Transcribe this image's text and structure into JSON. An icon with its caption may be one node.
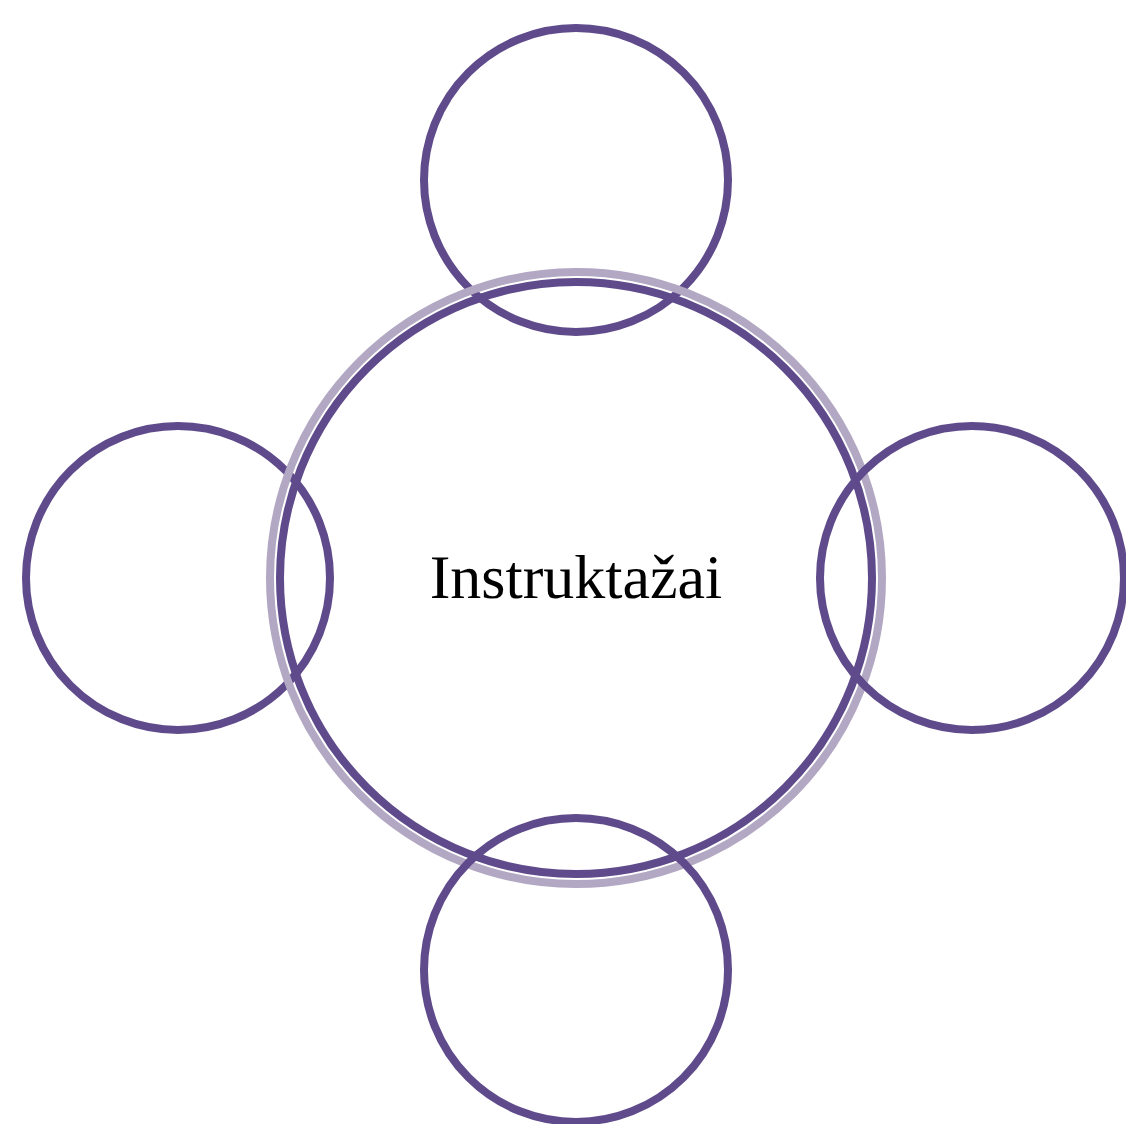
{
  "diagram": {
    "nodes": [
      {
        "text": [],
        "shape": "circle"
      },
      {
        "text": [],
        "shape": "circle"
      },
      {
        "text": [
          "Instruktažai"
        ]
      },
      {
        "text": [],
        "shape": "circle"
      },
      {
        "text": [],
        "shape": "circle"
      }
    ]
  }
}
